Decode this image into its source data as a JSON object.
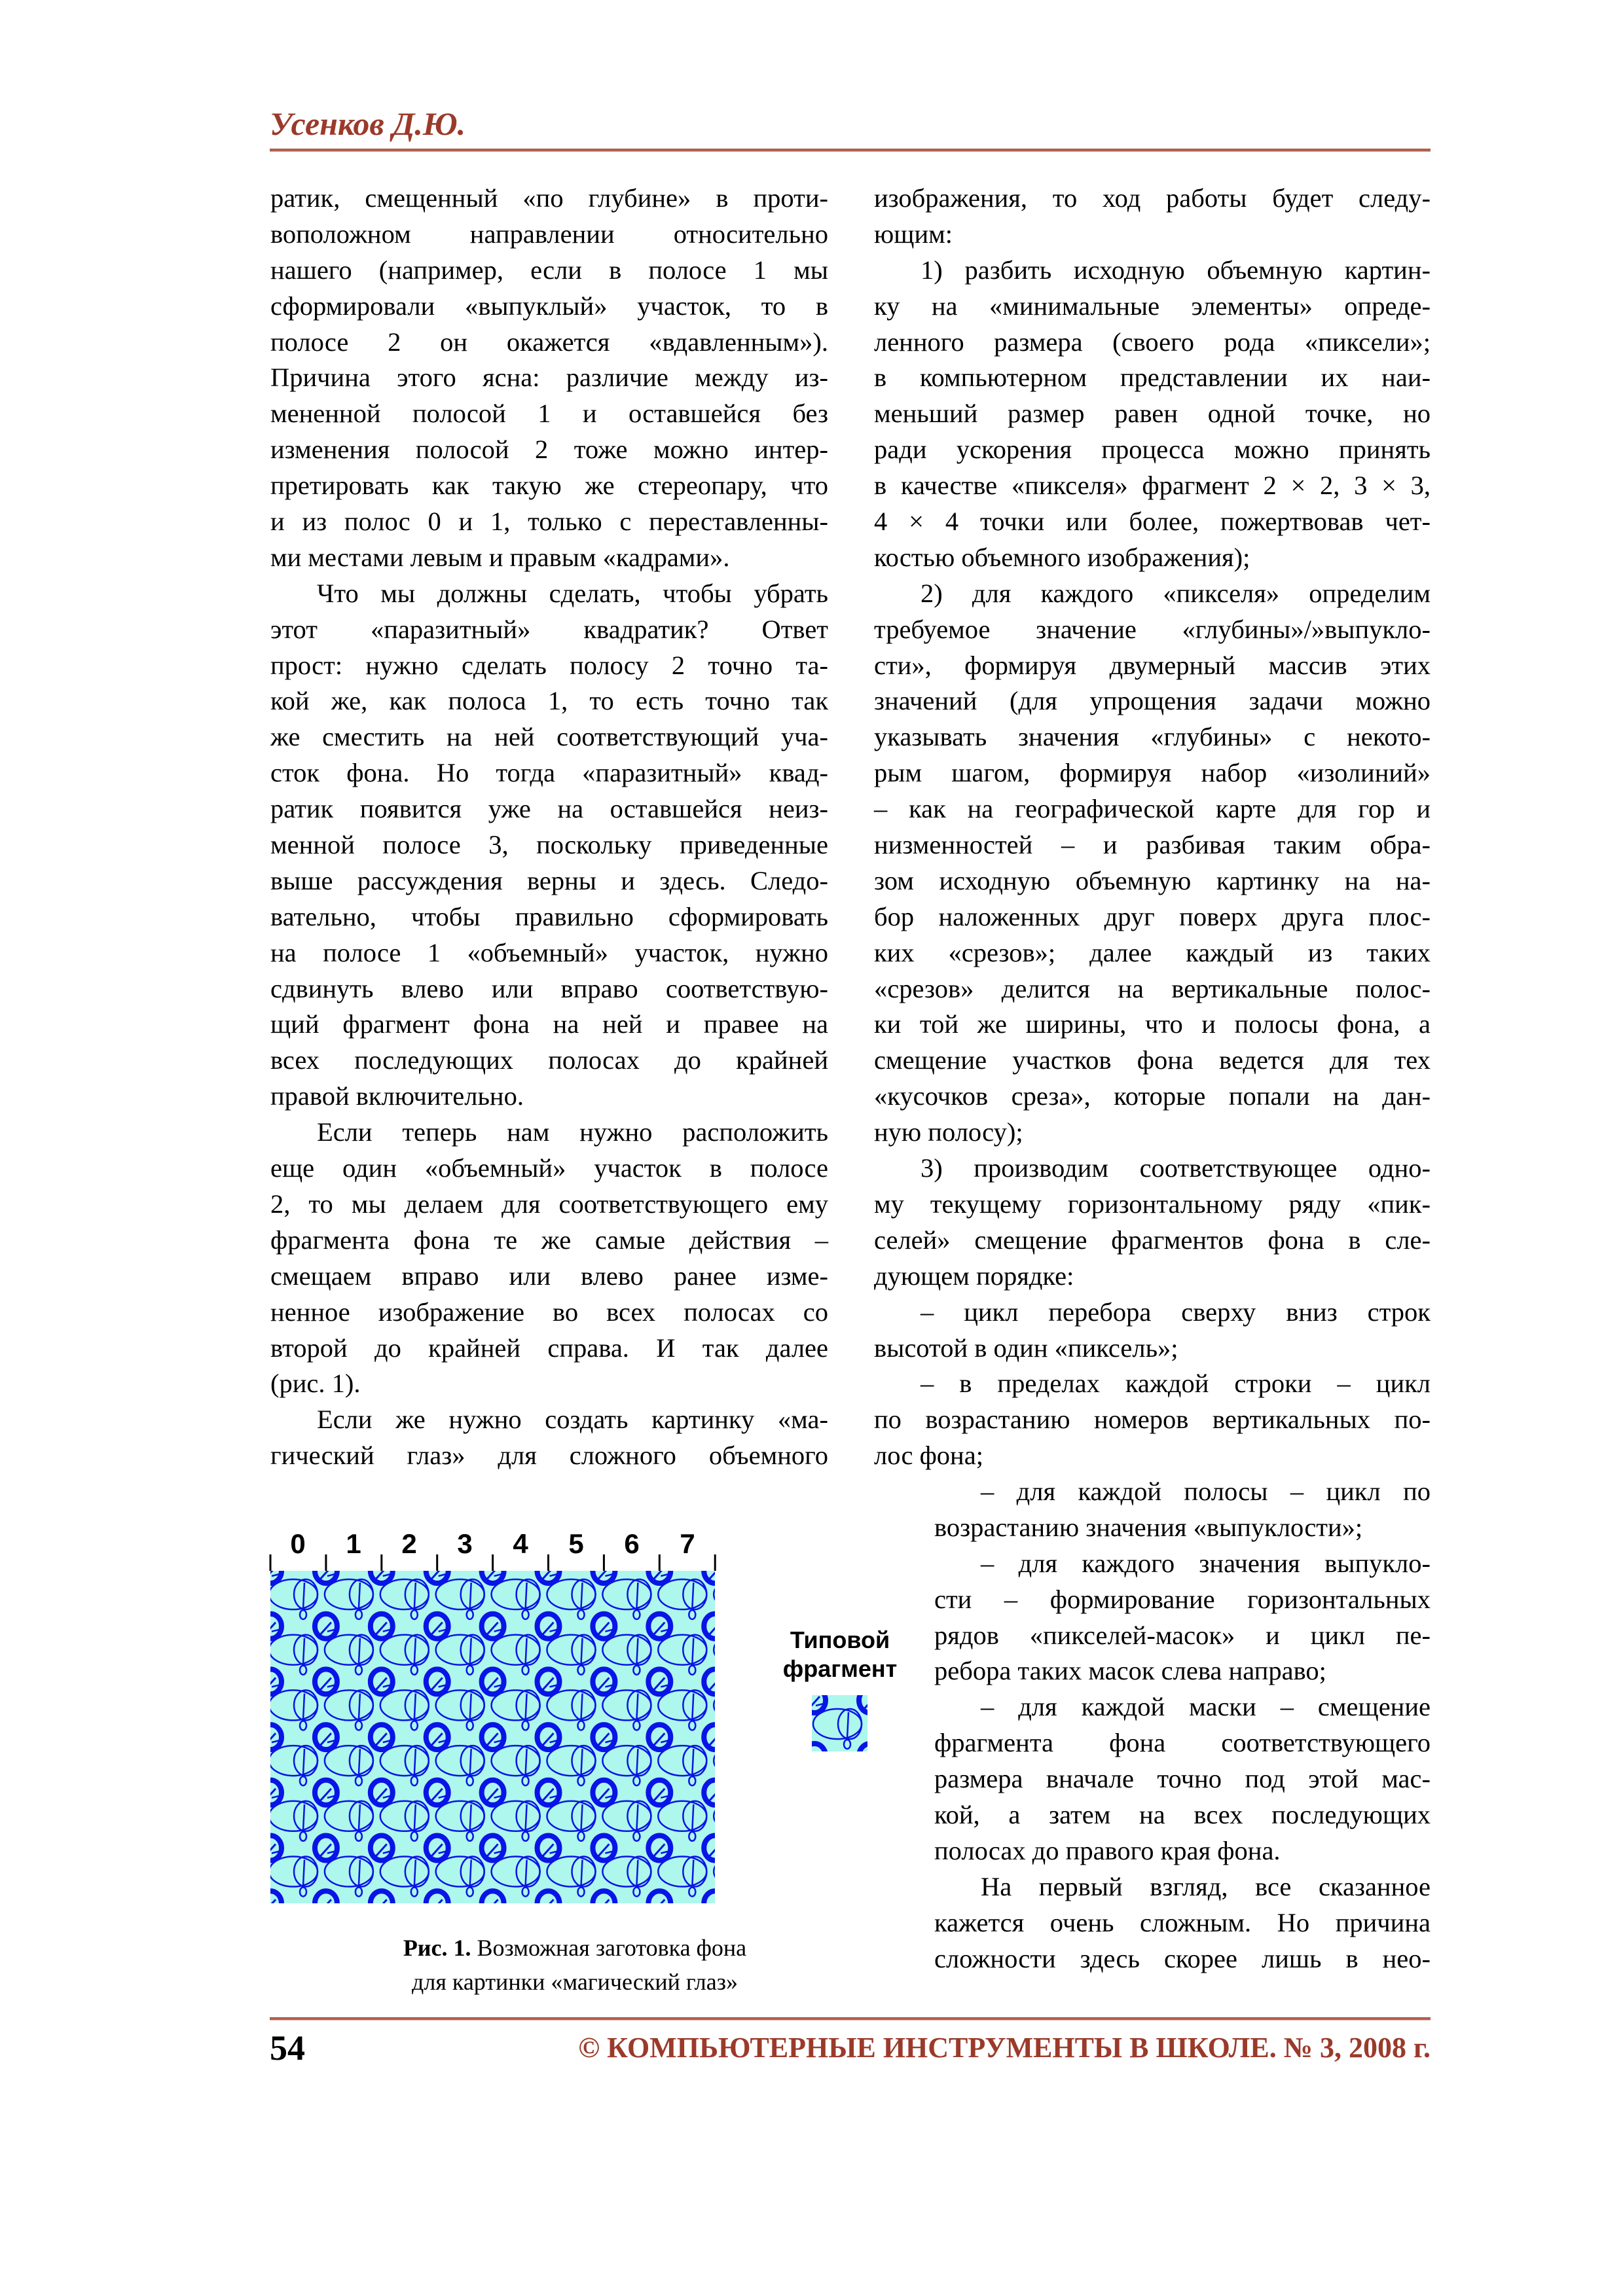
{
  "header": {
    "author": "Усенков Д.Ю."
  },
  "left_column": [
    "ратик, смещенный «по глубине» в проти-",
    "воположном направлении относительно",
    "нашего (например, если в полосе 1 мы",
    "сформировали «выпуклый» участок, то в",
    "полосе 2 он окажется «вдавленным»).",
    "Причина этого ясна: различие между из-",
    "мененной полосой 1 и оставшейся без",
    "изменения полосой 2 тоже можно интер-",
    "претировать как такую же стереопару, что",
    "и из полос 0 и 1, только с переставленны-",
    "ми местами левым и правым «кадрами».",
    "Что мы должны сделать, чтобы убрать",
    "этот «паразитный» квадратик? Ответ",
    "прост: нужно сделать полосу 2 точно та-",
    "кой же, как полоса 1, то есть точно так",
    "же сместить на ней соответствующий уча-",
    "сток фона. Но тогда «паразитный» квад-",
    "ратик появится уже на оставшейся неиз-",
    "менной полосе 3, поскольку приведенные",
    "выше рассуждения верны и здесь. Следо-",
    "вательно, чтобы правильно сформировать",
    "на полосе 1 «объемный» участок, нужно",
    "сдвинуть влево или вправо соответствую-",
    "щий фрагмент фона на ней и правее на",
    "всех последующих полосах до крайней",
    "правой включительно.",
    "Если теперь нам нужно расположить",
    "еще один «объемный» участок в полосе",
    "2, то мы делаем для соответствующего ему",
    "фрагмента фона те же самые действия –",
    "смещаем вправо или влево ранее изме-",
    "ненное изображение во всех полосах со",
    "второй до крайней справа. И так далее",
    "(рис. 1).",
    "Если же нужно создать картинку «ма-",
    "гический глаз» для сложного объемного"
  ],
  "right_column": [
    "изображения, то ход работы будет следу-",
    "ющим:",
    "1) разбить исходную объемную картин-",
    "ку на «минимальные элементы» опреде-",
    "ленного размера (своего рода «пиксели»;",
    "в компьютерном представлении их наи-",
    "меньший размер равен одной точке, но",
    "ради ускорения процесса можно принять",
    "в качестве «пикселя» фрагмент 2 × 2, 3 × 3,",
    "4 × 4 точки или более, пожертвовав чет-",
    "костью объемного изображения);",
    "2) для каждого «пикселя» определим",
    "требуемое значение «глубины»/»выпукло-",
    "сти», формируя двумерный массив этих",
    "значений (для упрощения задачи можно",
    "указывать значения «глубины» с некото-",
    "рым шагом, формируя набор «изолиний»",
    "– как на географической карте для гор и",
    "низменностей – и разбивая таким обра-",
    "зом исходную объемную картинку на на-",
    "бор наложенных друг поверх друга плос-",
    "ких «срезов»; далее каждый из таких",
    "«срезов» делится на вертикальные полос-",
    "ки той же ширины, что и полосы фона, а",
    "смещение участков фона ведется для тех",
    "«кусочков среза», которые попали на дан-",
    "ную полосу);",
    "3) производим соответствующее одно-",
    "му текущему горизонтальному ряду «пик-",
    "селей» смещение фрагментов фона в сле-",
    "дующем порядке:",
    "– цикл перебора сверху вниз строк",
    "высотой в один «пиксель»;",
    "– в пределах каждой строки – цикл",
    "по возрастанию номеров вертикальных по-",
    "лос фона;"
  ],
  "right_narrow": [
    "– для каждой полосы – цикл по",
    "возрастанию значения «выпуклости»;",
    "– для каждого значения выпукло-",
    "сти – формирование горизонтальных",
    "рядов «пикселей-масок» и цикл пе-",
    "ребора таких масок слева направо;",
    "– для каждой маски – смещение",
    "фрагмента фона соответствующего",
    "размера вначале точно под этой мас-",
    "кой, а затем на всех последующих",
    "полосах до правого края фона.",
    "На первый взгляд, все сказанное",
    "кажется очень сложным. Но причина",
    "сложности здесь скорее лишь в нео-"
  ],
  "figure": {
    "ruler_labels": [
      "0",
      "1",
      "2",
      "3",
      "4",
      "5",
      "6",
      "7"
    ],
    "fragment_label_1": "Типовой",
    "fragment_label_2": "фрагмент",
    "caption_bold": "Рис. 1.",
    "caption_line1": " Возможная заготовка фона",
    "caption_line2": "для картинки «магический глаз»",
    "colors": {
      "background": "#adf7ec",
      "rings": "#0a14e6"
    }
  },
  "footer": {
    "page_number": "54",
    "journal": "© КОМПЬЮТЕРНЫЕ ИНСТРУМЕНТЫ В ШКОЛЕ. № 3, 2008 г."
  }
}
